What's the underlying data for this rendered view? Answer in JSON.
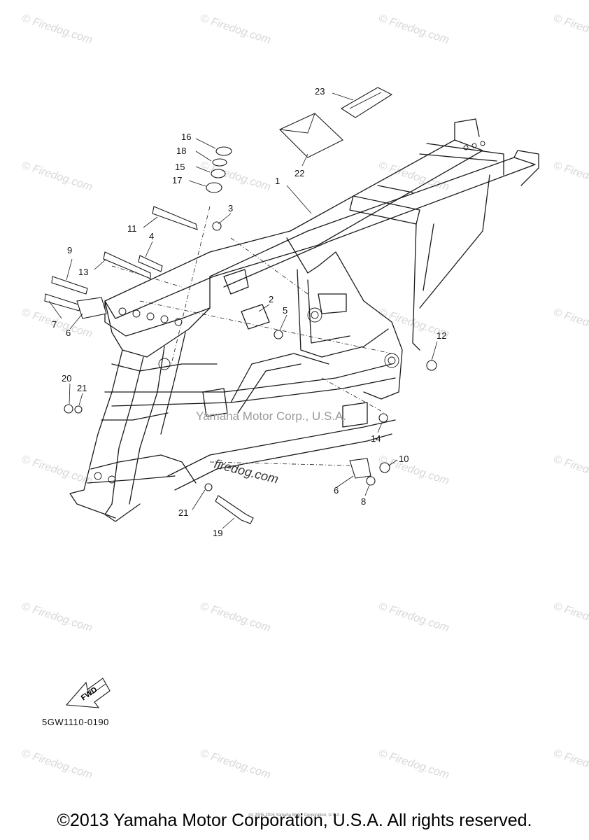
{
  "diagram": {
    "callouts": [
      {
        "id": "1",
        "label": "1"
      },
      {
        "id": "2",
        "label": "2"
      },
      {
        "id": "3",
        "label": "3"
      },
      {
        "id": "4",
        "label": "4"
      },
      {
        "id": "5",
        "label": "5"
      },
      {
        "id": "6a",
        "label": "6"
      },
      {
        "id": "6b",
        "label": "6"
      },
      {
        "id": "7",
        "label": "7"
      },
      {
        "id": "8",
        "label": "8"
      },
      {
        "id": "9",
        "label": "9"
      },
      {
        "id": "10",
        "label": "10"
      },
      {
        "id": "11",
        "label": "11"
      },
      {
        "id": "12",
        "label": "12"
      },
      {
        "id": "13",
        "label": "13"
      },
      {
        "id": "14",
        "label": "14"
      },
      {
        "id": "15",
        "label": "15"
      },
      {
        "id": "16",
        "label": "16"
      },
      {
        "id": "17",
        "label": "17"
      },
      {
        "id": "18",
        "label": "18"
      },
      {
        "id": "19",
        "label": "19"
      },
      {
        "id": "20",
        "label": "20"
      },
      {
        "id": "21a",
        "label": "21"
      },
      {
        "id": "21b",
        "label": "21"
      },
      {
        "id": "22",
        "label": "22"
      },
      {
        "id": "23",
        "label": "23"
      }
    ],
    "fwd_label": "FWD",
    "diagram_code": "5GW1110-0190",
    "watermark_text": "© Firedog.com",
    "watermark_big": "firedog.com",
    "watermark_mid": "Yamaha Motor Corp., U.S.A."
  },
  "footer": {
    "copyright": "©2013 Yamaha Motor Corporation, U.S.A. All rights reserved.",
    "tiny_copyright": "(c) 2005-2015 Yamaha Motor Corporation, U.S.A."
  }
}
